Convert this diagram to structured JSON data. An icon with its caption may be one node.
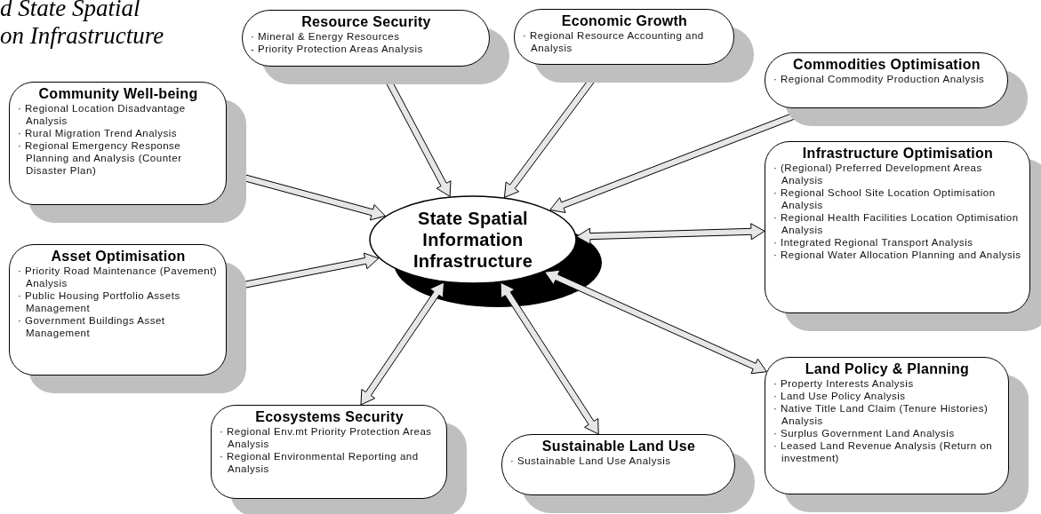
{
  "diagram": {
    "title": "d State Spatial on Infrastructure",
    "nodes": [
      {
        "text": [
          "State Spatial Information Infrastructure"
        ]
      },
      {
        "text": [
          "Resource Security",
          "· Mineral & Energy Resources",
          "- Priority Protection Areas Analysis"
        ]
      },
      {
        "text": [
          "Economic Growth",
          "· Regional Resource Accounting and Analysis"
        ]
      },
      {
        "text": [
          "Commodities Optimisation",
          "· Regional Commodity Production Analysis"
        ]
      },
      {
        "text": [
          "Community Well-being",
          "· Regional Location Disadvantage Analysis",
          "· Rural Migration Trend Analysis",
          "· Regional Emergency Response Planning and Analysis (Counter Disaster Plan)"
        ]
      },
      {
        "text": [
          "Infrastructure Optimisation",
          "· (Regional) Preferred Development Areas Analysis",
          "· Regional School Site Location Optimisation Analysis",
          "· Regional Health Facilities Location Optimisation Analysis",
          "· Integrated Regional Transport Analysis",
          "· Regional Water Allocation Planning and Analysis"
        ]
      },
      {
        "text": [
          "Asset Optimisation",
          "· Priority Road Maintenance (Pavement) Analysis",
          "· Public Housing Portfolio Assets Management",
          "· Government Buildings Asset Management"
        ]
      },
      {
        "text": [
          "Ecosystems Security",
          "· Regional Env.mt Priority Protection Areas Analysis",
          "· Regional Environmental Reporting and Analysis"
        ]
      },
      {
        "text": [
          "Sustainable Land Use",
          "· Sustainable Land Use Analysis"
        ]
      },
      {
        "text": [
          "Land Policy & Planning",
          "· Property Interests Analysis",
          "· Land Use Policy Analysis",
          "· Native Title Land Claim (Tenure Histories) Analysis",
          "· Surplus Government Land Analysis",
          "· Leased Land Revenue Analysis (Return on investment)"
        ]
      }
    ],
    "edges": [
      {
        "from": 0,
        "to": 1,
        "arrow": "both"
      },
      {
        "from": 0,
        "to": 2,
        "arrow": "both"
      },
      {
        "from": 0,
        "to": 3,
        "arrow": "both"
      },
      {
        "from": 0,
        "to": 4,
        "arrow": "both"
      },
      {
        "from": 0,
        "to": 5,
        "arrow": "both"
      },
      {
        "from": 0,
        "to": 6,
        "arrow": "both"
      },
      {
        "from": 0,
        "to": 7,
        "arrow": "both"
      },
      {
        "from": 0,
        "to": 8,
        "arrow": "both"
      },
      {
        "from": 0,
        "to": 9,
        "arrow": "both"
      }
    ]
  }
}
